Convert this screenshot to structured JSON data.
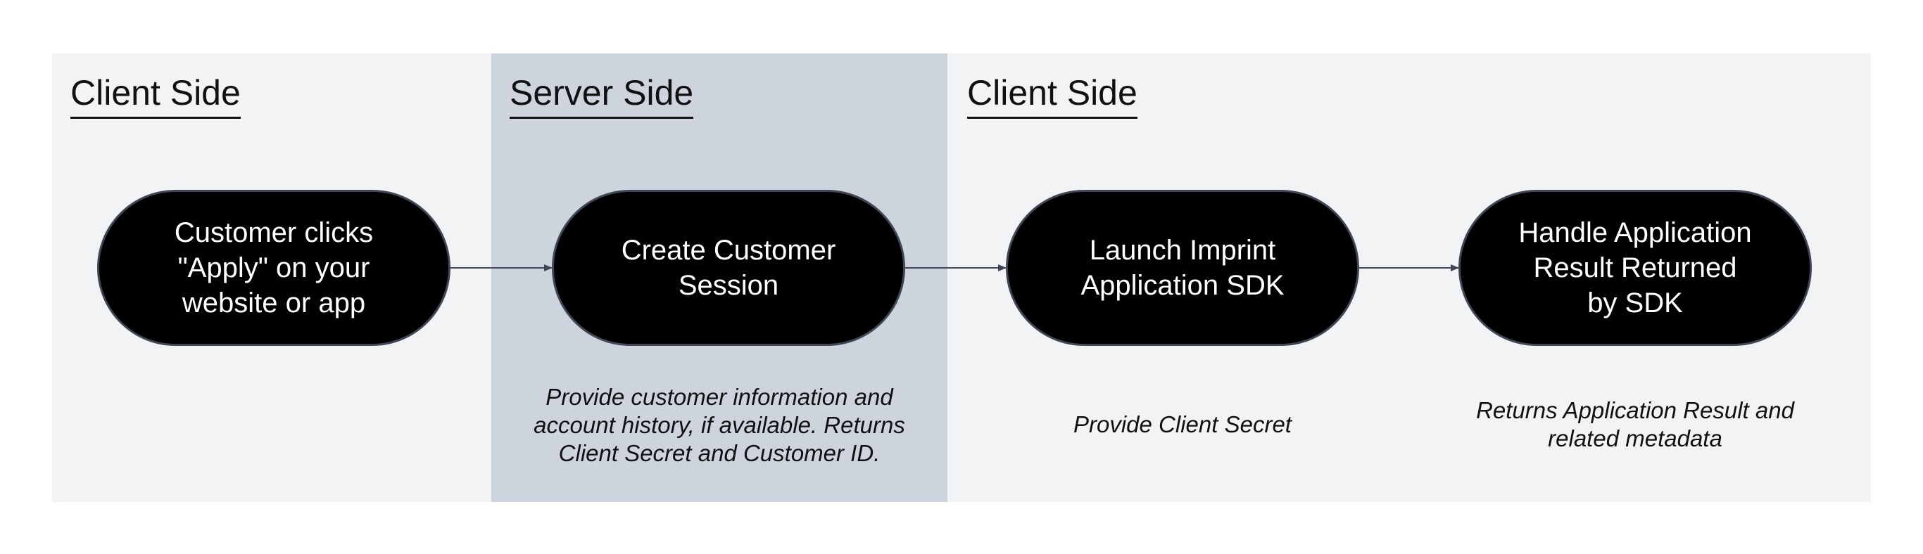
{
  "lanes": [
    {
      "title": "Client Side"
    },
    {
      "title": "Server Side"
    },
    {
      "title": "Client Side"
    }
  ],
  "nodes": [
    {
      "label": "Customer clicks\n\"Apply\" on your\nwebsite or app"
    },
    {
      "label": "Create Customer\nSession"
    },
    {
      "label": "Launch Imprint\nApplication SDK"
    },
    {
      "label": "Handle Application\nResult Returned\nby SDK"
    }
  ],
  "notes": [
    {
      "text": "Provide customer information and\naccount history, if available. Returns\nClient Secret and Customer ID."
    },
    {
      "text": "Provide Client Secret"
    },
    {
      "text": "Returns Application Result and\nrelated metadata"
    }
  ],
  "colors": {
    "client_lane": "#f2f3f5",
    "server_lane": "#cdd4dd",
    "node_fill": "#000000",
    "node_border": "#3f4754",
    "arrow": "#3f4754"
  }
}
